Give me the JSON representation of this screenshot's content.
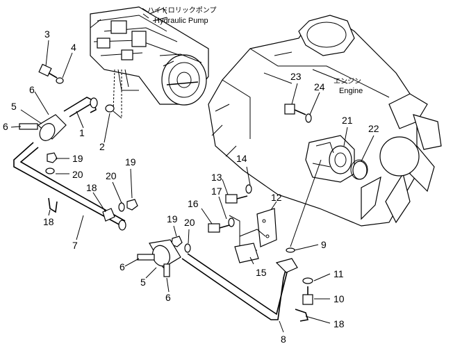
{
  "pump": {
    "label_jp": "ハイドロリックポンプ",
    "label_en": "Hydraulic Pump"
  },
  "engine": {
    "label_jp": "エンジン",
    "label_en": "Engine"
  },
  "callouts": {
    "c1": "1",
    "c2": "2",
    "c3": "3",
    "c4": "4",
    "c5a": "5",
    "c5b": "5",
    "c6a": "6",
    "c6b": "6",
    "c6c": "6",
    "c6d": "6",
    "c7": "7",
    "c8": "8",
    "c9": "9",
    "c10": "10",
    "c11": "11",
    "c12": "12",
    "c13": "13",
    "c14": "14",
    "c15": "15",
    "c16": "16",
    "c17": "17",
    "c18a": "18",
    "c18b": "18",
    "c18c": "18",
    "c19a": "19",
    "c19b": "19",
    "c19c": "19",
    "c20a": "20",
    "c20b": "20",
    "c20c": "20",
    "c21": "21",
    "c22": "22",
    "c23": "23",
    "c24": "24"
  }
}
